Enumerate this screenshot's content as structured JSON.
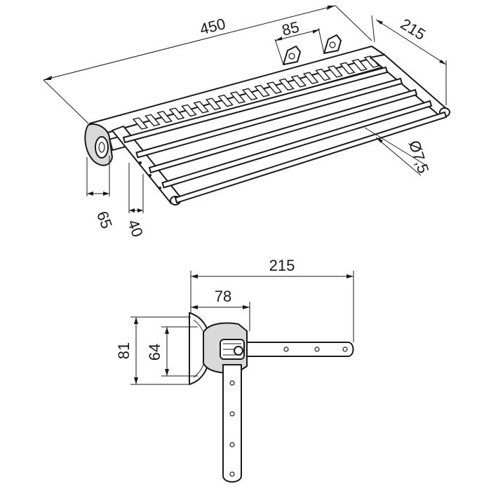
{
  "dimensions": {
    "top_width": "450",
    "top_depth": "215",
    "top_bracket_spacing": "85",
    "top_rod_diameter": "Ø7,5",
    "top_side_height": "65",
    "top_side_offset": "40",
    "side_total_depth": "215",
    "side_bracket_depth": "78",
    "side_outer_height": "81",
    "side_inner_height": "64"
  },
  "colors": {
    "line": "#1a1a1a",
    "part_fill": "#ffffff",
    "shade_fill": "#d9d9d9"
  }
}
